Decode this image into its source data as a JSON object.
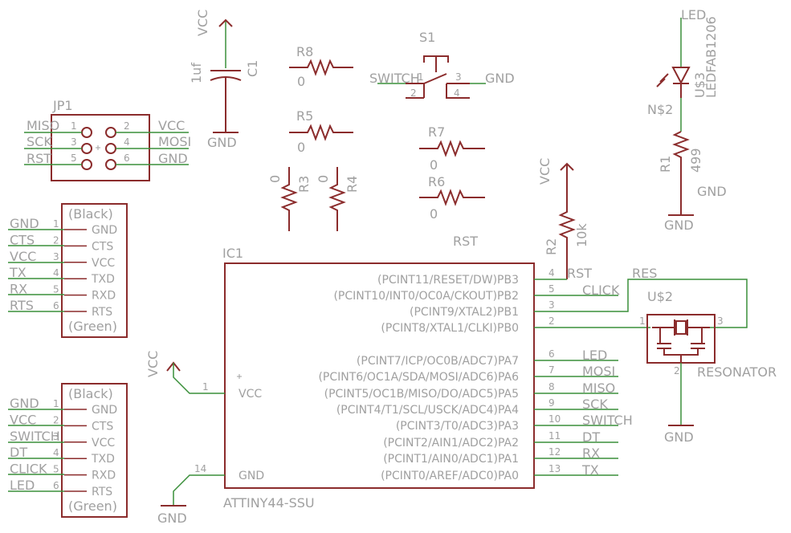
{
  "supply": {
    "vcc": "VCC",
    "gnd": "GND"
  },
  "cap": {
    "name": "C1",
    "value": "1uf"
  },
  "resistors": {
    "r8": {
      "name": "R8",
      "value": "0"
    },
    "r5": {
      "name": "R5",
      "value": "0"
    },
    "r3": {
      "name": "R3",
      "value": "0"
    },
    "r4": {
      "name": "R4",
      "value": "0"
    },
    "r7": {
      "name": "R7",
      "value": "0"
    },
    "r6": {
      "name": "R6",
      "value": "0"
    },
    "r2": {
      "name": "R2",
      "value": "10k"
    },
    "r1": {
      "name": "R1",
      "value": "499"
    }
  },
  "switch": {
    "name": "S1",
    "net_in": "SWITCH",
    "net_out": "GND",
    "pins": [
      "1",
      "2",
      "3",
      "4"
    ]
  },
  "led": {
    "name": "U$3",
    "value": "LEDFAB1206",
    "net": "LED",
    "node": "N$2",
    "gnd_label": "GND"
  },
  "header": {
    "name": "JP1",
    "left_nets": [
      "MISO",
      "SCK",
      "RST"
    ],
    "right_nets": [
      "VCC",
      "MOSI",
      "GND"
    ],
    "left_pins": [
      "1",
      "3",
      "5"
    ],
    "right_pins": [
      "2",
      "4",
      "6"
    ]
  },
  "ftdi1": {
    "top": "(Black)",
    "bottom": "(Green)",
    "pin_names": [
      "GND",
      "CTS",
      "VCC",
      "TXD",
      "RXD",
      "RTS"
    ],
    "pin_nums": [
      "1",
      "2",
      "3",
      "4",
      "5",
      "6"
    ],
    "nets": [
      "GND",
      "CTS",
      "VCC",
      "TX",
      "RX",
      "RTS"
    ]
  },
  "ftdi2": {
    "top": "(Black)",
    "bottom": "(Green)",
    "pin_names": [
      "GND",
      "CTS",
      "VCC",
      "TXD",
      "RXD",
      "RTS"
    ],
    "pin_nums": [
      "1",
      "2",
      "3",
      "4",
      "5",
      "6"
    ],
    "nets": [
      "GND",
      "VCC",
      "SWITCH",
      "DT",
      "CLICK",
      "LED"
    ]
  },
  "ic": {
    "name": "IC1",
    "value": "ATTINY44-SSU",
    "left_pins": [
      {
        "num": "1",
        "name": "VCC"
      },
      {
        "num": "14",
        "name": "GND"
      }
    ],
    "right_pins": [
      {
        "num": "4",
        "name": "(PCINT11/RESET/DW)PB3",
        "net": "RST"
      },
      {
        "num": "5",
        "name": "(PCINT10/INT0/OC0A/CKOUT)PB2",
        "net": "CLICK"
      },
      {
        "num": "3",
        "name": "(PCINT9/XTAL2)PB1",
        "net": ""
      },
      {
        "num": "2",
        "name": "(PCINT8/XTAL1/CLKI)PB0",
        "net": ""
      },
      {
        "num": "6",
        "name": "(PCINT7/ICP/OC0B/ADC7)PA7",
        "net": "LED"
      },
      {
        "num": "7",
        "name": "(PCINT6/OC1A/SDA/MOSI/ADC6)PA6",
        "net": "MOSI"
      },
      {
        "num": "8",
        "name": "(PCINT5/OC1B/MISO/DO/ADC5)PA5",
        "net": "MISO"
      },
      {
        "num": "9",
        "name": "(PCINT4/T1/SCL/USCK/ADC4)PA4",
        "net": "SCK"
      },
      {
        "num": "10",
        "name": "(PCINT3/T0/ADC3)PA3",
        "net": "SWITCH"
      },
      {
        "num": "11",
        "name": "(PCINT2/AIN1/ADC2)PA2",
        "net": "DT"
      },
      {
        "num": "12",
        "name": "(PCINT1/AIN0/ADC1)PA1",
        "net": "RX"
      },
      {
        "num": "13",
        "name": "(PCINT0/AREF/ADC0)PA0",
        "net": "TX"
      }
    ]
  },
  "resonator": {
    "name": "U$2",
    "value": "RESONATOR",
    "pins": [
      "1",
      "2",
      "3"
    ],
    "net": "RES"
  },
  "floating_labels": {
    "rst": "RST"
  }
}
